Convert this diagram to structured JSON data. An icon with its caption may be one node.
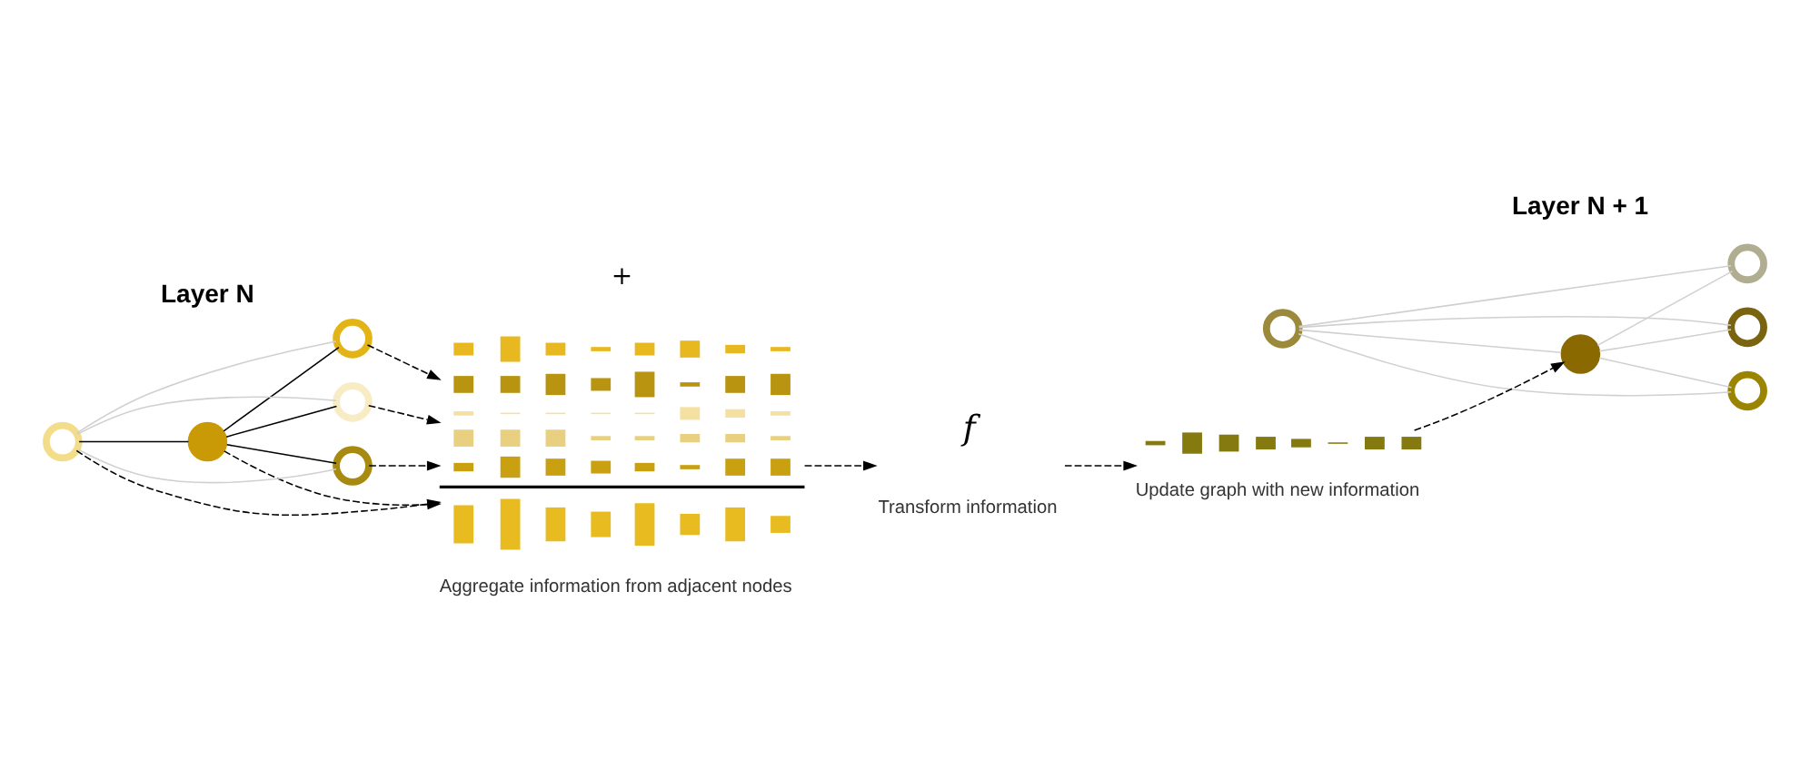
{
  "diagram": {
    "nodes": [
      {
        "text": [],
        "shape": "circle"
      },
      {
        "text": [],
        "shape": "circle"
      },
      {
        "text": [],
        "shape": "circle"
      },
      {
        "text": [],
        "shape": "circle"
      },
      {
        "text": [],
        "shape": "circle"
      },
      {
        "text": [],
        "shape": "bar",
        "beside": [
          "Aggregate information from adjacent nodes"
        ]
      },
      {
        "text": [
          "f"
        ],
        "beside": [
          "Transform information"
        ]
      },
      {
        "text": [],
        "shape": "bar",
        "beside": [
          "Update graph with new information"
        ]
      },
      {
        "text": [],
        "shape": "circle"
      },
      {
        "text": [],
        "shape": "circle"
      },
      {
        "text": [],
        "shape": "circle"
      },
      {
        "text": [],
        "shape": "circle"
      },
      {
        "text": [],
        "shape": "circle"
      }
    ],
    "edges": [
      {
        "from": 0,
        "to": 1,
        "arrow": "none"
      },
      {
        "from": 0,
        "to": 2,
        "arrow": "none",
        "color": "#d0d0d0"
      },
      {
        "from": 0,
        "to": 4,
        "arrow": "none",
        "color": "#d0d0d0"
      },
      {
        "from": 0,
        "to": 3,
        "arrow": "none",
        "color": "#d0d0d0"
      },
      {
        "from": 1,
        "to": 2,
        "arrow": "none"
      },
      {
        "from": 1,
        "to": 3,
        "arrow": "none"
      },
      {
        "from": 1,
        "to": 4,
        "arrow": "none"
      },
      {
        "from": 0,
        "to": 5,
        "arrow": "to",
        "style": "dashed"
      },
      {
        "from": 1,
        "to": 5,
        "arrow": "to",
        "style": "dashed"
      },
      {
        "from": 3,
        "to": 5,
        "arrow": "to",
        "style": "dashed"
      },
      {
        "from": 4,
        "to": 5,
        "arrow": "to",
        "style": "dashed"
      },
      {
        "from": 2,
        "to": 5,
        "arrow": "to",
        "style": "dashed"
      },
      {
        "from": 5,
        "to": 6,
        "arrow": "to",
        "style": "dashed"
      },
      {
        "from": 6,
        "to": 7,
        "arrow": "to",
        "style": "dashed"
      },
      {
        "from": 7,
        "to": 9,
        "arrow": "to",
        "style": "dashed"
      },
      {
        "from": 8,
        "to": 9,
        "arrow": "none",
        "color": "#d0d0d0"
      },
      {
        "from": 8,
        "to": 10,
        "arrow": "none",
        "color": "#d0d0d0"
      },
      {
        "from": 8,
        "to": 12,
        "arrow": "none",
        "color": "#d0d0d0"
      },
      {
        "from": 8,
        "to": 11,
        "arrow": "none",
        "color": "#d0d0d0"
      },
      {
        "from": 9,
        "to": 10,
        "arrow": "none",
        "color": "#d0d0d0"
      },
      {
        "from": 9,
        "to": 11,
        "arrow": "none",
        "color": "#d0d0d0"
      },
      {
        "from": 9,
        "to": 12,
        "arrow": "none",
        "color": "#d0d0d0"
      }
    ],
    "labels": [
      "Layer N",
      "Layer N + 1",
      "+"
    ]
  }
}
